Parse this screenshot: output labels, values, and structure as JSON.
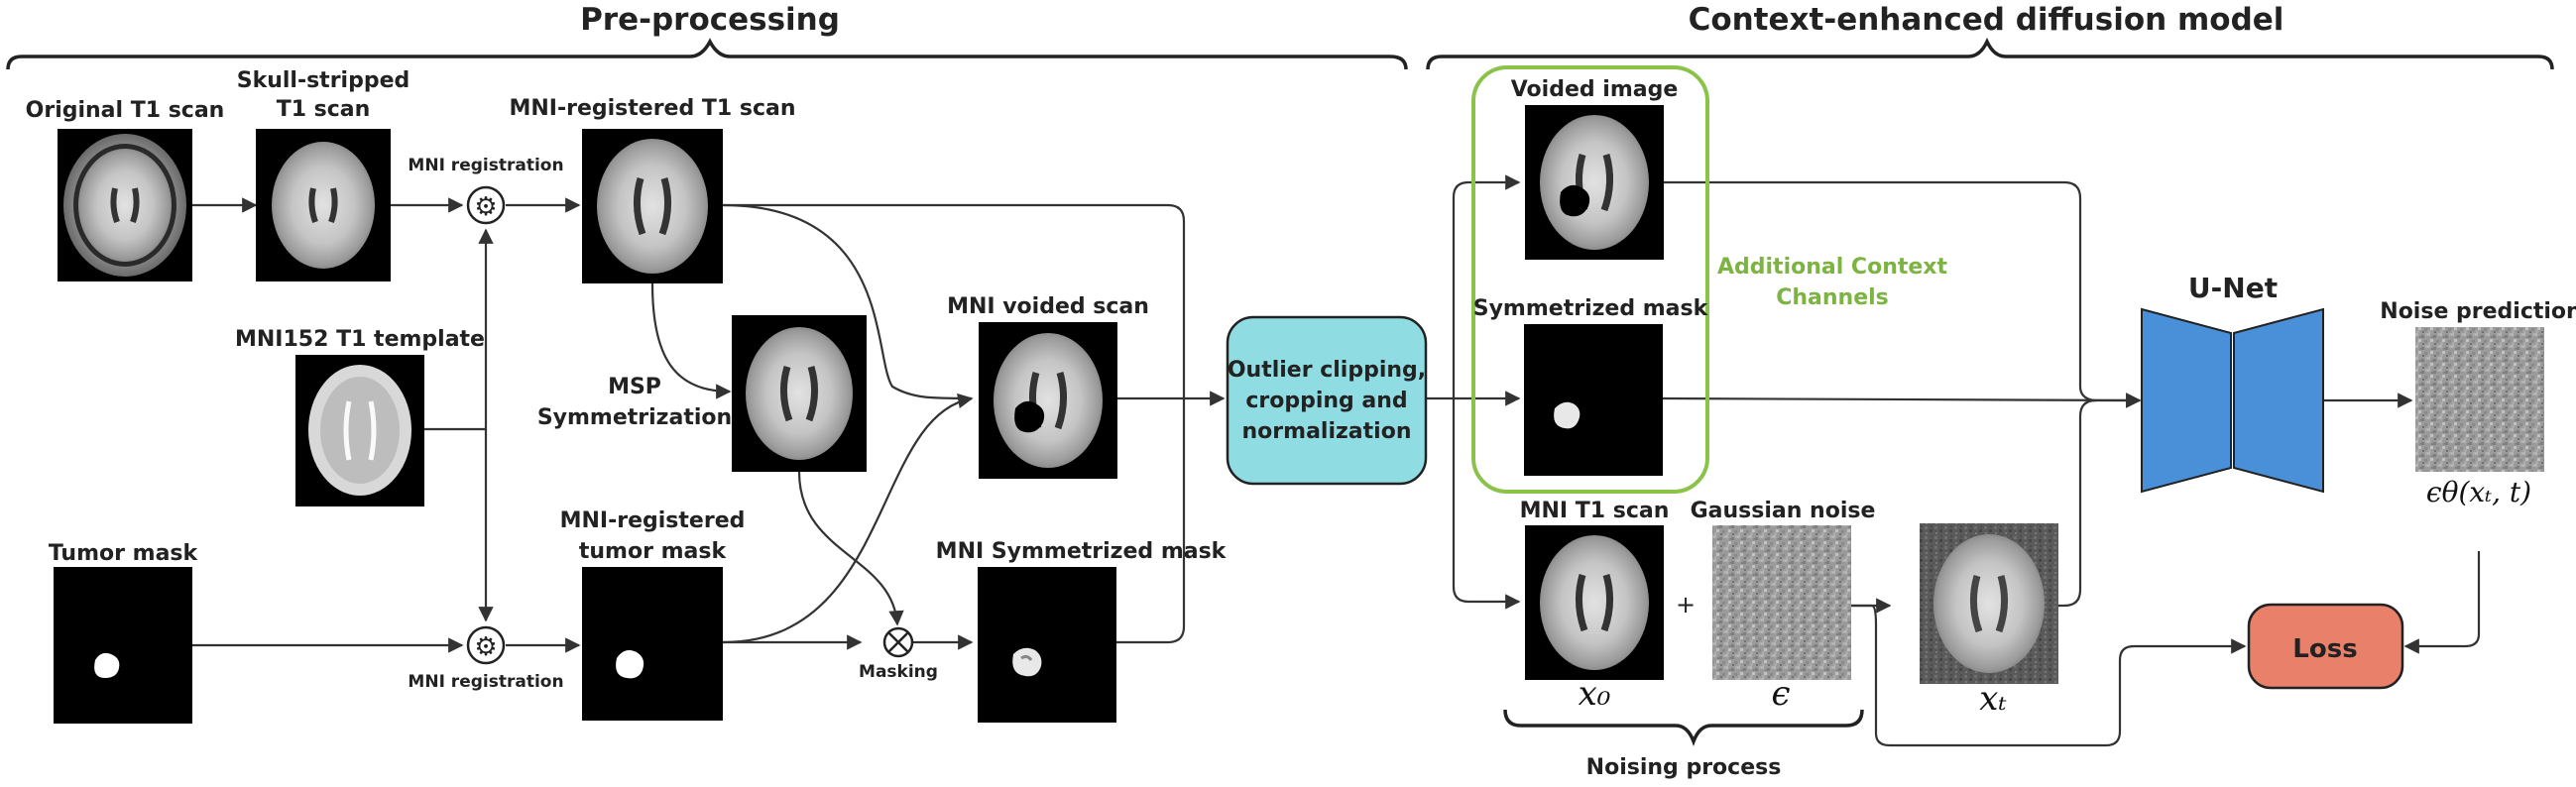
{
  "headers": {
    "preprocessing": "Pre-processing",
    "diffusion": "Context-enhanced diffusion model"
  },
  "labels": {
    "original": "Original T1 scan",
    "skull_line1": "Skull-stripped",
    "skull_line2": "T1 scan",
    "mni_reg_top": "MNI registration",
    "mni_registered_t1": "MNI-registered T1 scan",
    "template": "MNI152 T1 template",
    "msp_line1": "MSP",
    "msp_line2": "Symmetrization",
    "voided_scan": "MNI voided scan",
    "tumor_mask": "Tumor mask",
    "mni_reg_bottom": "MNI registration",
    "reg_mask_line1": "MNI-registered",
    "reg_mask_line2": "tumor mask",
    "masking": "Masking",
    "mni_sym_mask": "MNI Symmetrized mask",
    "process_line1": "Outlier clipping,",
    "process_line2": "cropping and",
    "process_line3": "normalization",
    "voided_image": "Voided image",
    "symmetrized_mask": "Symmetrized mask",
    "ctx_line1": "Additional Context",
    "ctx_line2": "Channels",
    "unet": "U-Net",
    "noise_prediction": "Noise prediction",
    "mni_t1_scan": "MNI T1 scan",
    "gaussian_noise": "Gaussian noise",
    "plus": "+",
    "noising_process": "Noising process",
    "loss": "Loss"
  },
  "math": {
    "x0": "x₀",
    "eps": "ϵ",
    "xt": "xₜ",
    "eps_theta": "ϵθ(xₜ, t)"
  },
  "colors": {
    "process_box": "#8fdde3",
    "unet": "#4a90d9",
    "loss": "#e8806a",
    "context_frame": "#8bc34a"
  }
}
